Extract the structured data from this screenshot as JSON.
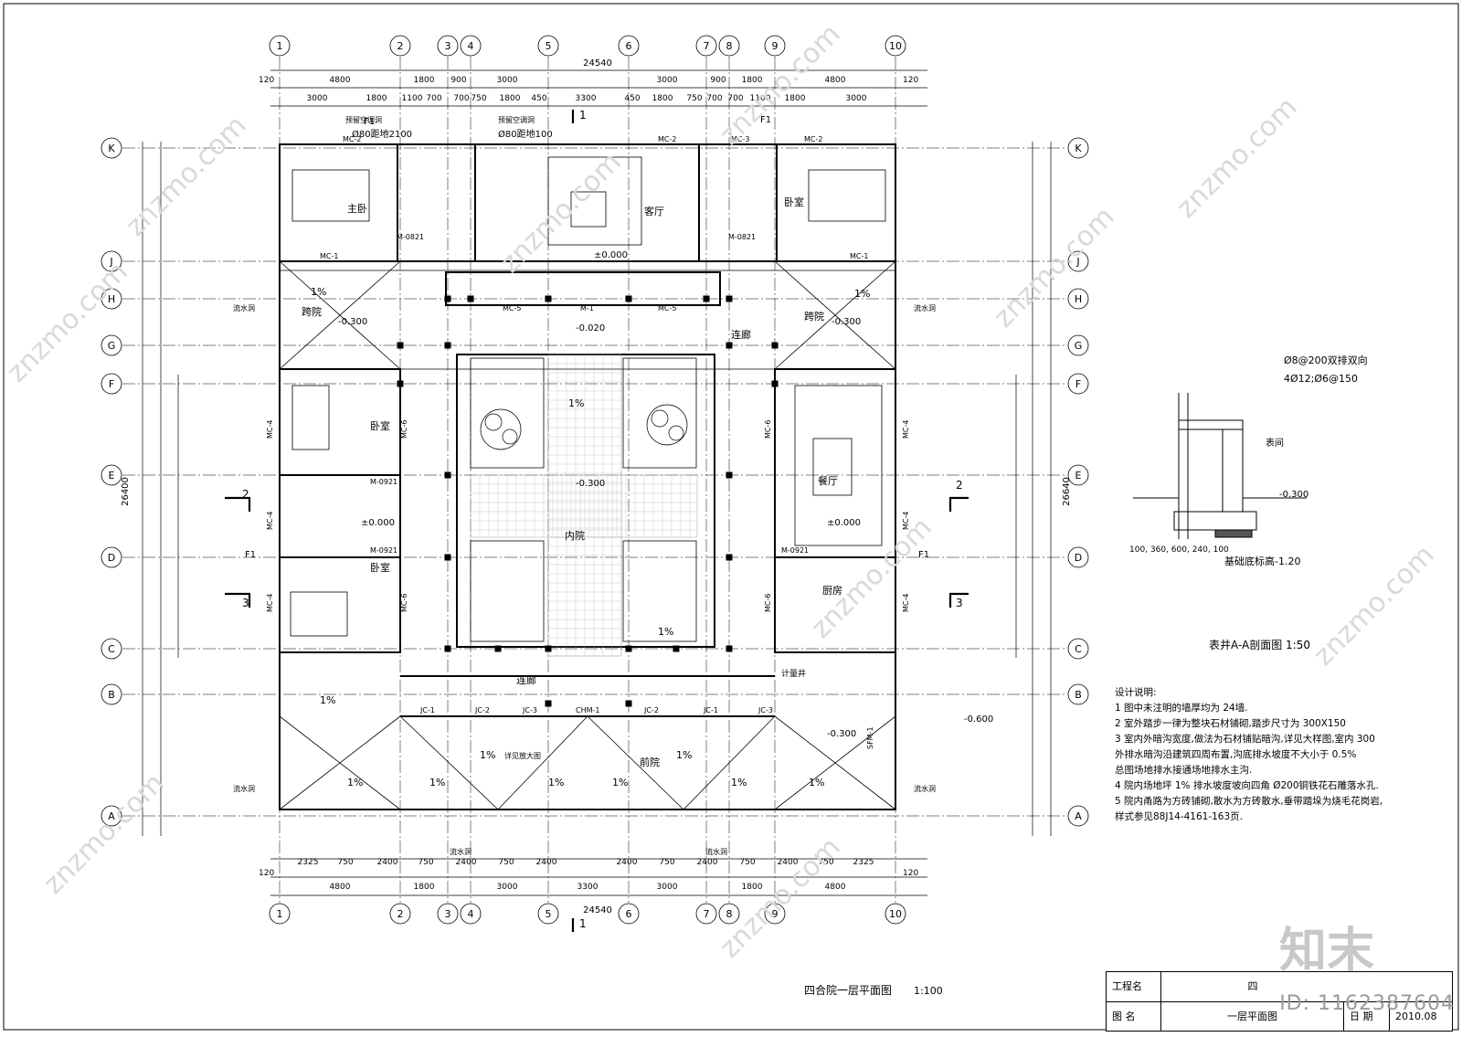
{
  "drawing": {
    "plan_title": "四合院一层平面图",
    "plan_scale": "1:100",
    "overall_width": "24540",
    "overall_depth_left": "26400",
    "overall_depth_right": "26640"
  },
  "grid_columns": [
    "1",
    "2",
    "3",
    "4",
    "5",
    "6",
    "7",
    "8",
    "9",
    "10"
  ],
  "grid_rows": [
    "K",
    "J",
    "H",
    "G",
    "F",
    "E",
    "D",
    "C",
    "B",
    "A"
  ],
  "dims_top_1": [
    "4800",
    "1800",
    "900",
    "3000",
    "3000",
    "900",
    "1800",
    "4800"
  ],
  "dims_top_2": [
    "3000",
    "1800",
    "1100",
    "700",
    "700",
    "750",
    "1800",
    "450",
    "3300",
    "450",
    "1800",
    "750",
    "700",
    "700",
    "1100",
    "1800",
    "3000"
  ],
  "dims_edge": "120",
  "rooms": {
    "master_bedroom": "主卧",
    "bedroom": "卧室",
    "living_room": "客厅",
    "side_yard": "跨院",
    "corridor": "连廊",
    "dining_room": "餐厅",
    "kitchen": "厨房",
    "inner_court": "内院",
    "front_court": "前院"
  },
  "labels": {
    "drain_hole": "流水洞",
    "meter_well": "计量井",
    "see_detail": "详见放大图",
    "elev_0": "±0.000",
    "elev_m0300": "-0.300",
    "elev_m0020": "-0.020",
    "elev_m0600": "-0.600",
    "slope": "1%",
    "reserved_ac": "预留空调洞",
    "ac_hole_dim": "Ø80距地2100",
    "ac_hole_dim2": "Ø80距地100",
    "door_mc1": "MC-1",
    "door_mc2": "MC-2",
    "door_mc3": "MC-3",
    "door_mc4": "MC-4",
    "door_mc5": "MC-5",
    "door_mc6": "MC-6",
    "door_m1": "M-1",
    "door_m0921": "M-0921",
    "door_m0821": "M-0821",
    "door_chm1": "CHM-1",
    "door_jc1": "JC-1",
    "door_jc2": "JC-2",
    "door_jc3": "JC-3",
    "door_sfm1": "SFM-1",
    "flue": "F1",
    "section_mark_2": "2",
    "section_mark_3": "3",
    "section_mark_1": "1"
  },
  "dims_bottom_1": [
    "2325",
    "750",
    "2400",
    "750",
    "2400",
    "750",
    "2400",
    "2400",
    "750",
    "2400",
    "750",
    "2400",
    "750",
    "2325"
  ],
  "dims_bottom_2": [
    "4800",
    "1800",
    "3000",
    "3300",
    "3000",
    "1800",
    "4800"
  ],
  "detail": {
    "title": "表井A-A剖面图 1:50",
    "rebar1": "Ø8@200双排双向",
    "rebar2": "4Ø12;Ø6@150",
    "meter": "表间",
    "elev": "-0.300",
    "base": "基础底标高-1.20",
    "dims": "100, 360, 600, 240, 100"
  },
  "notes": {
    "heading": "设计说明:",
    "lines": [
      "1 图中未注明的墙厚均为        24墙.",
      "2 室外踏步一律为整块石材铺砌,踏步尺寸为        300X150",
      "3 室内外暗沟宽度,做法为石材铺贴暗沟,详见大样图,室内        300",
      "外排水暗沟沿建筑四周布置,沟底排水坡度不大小于        0.5%",
      "总图场地排水接通场地排水主沟.",
      "4 院内场地坪    1% 排水坡度坡向四角    Ø200铜铁花石雕落水孔.",
      "5 院内甬路为方砖铺砌,散水为方砖散水,垂带踏垛为烧毛花岗岩,",
      "样式参见88J14-4161-163页."
    ]
  },
  "title_block": {
    "project_label": "工程名",
    "project_value": "四",
    "drawing_label": "图  名",
    "drawing_value": "一层平面图",
    "date_label": "日  期",
    "date_value": "2010.08"
  },
  "watermark": {
    "logo": "知末",
    "id": "ID: 1162387604",
    "site": "znzmo.com"
  }
}
